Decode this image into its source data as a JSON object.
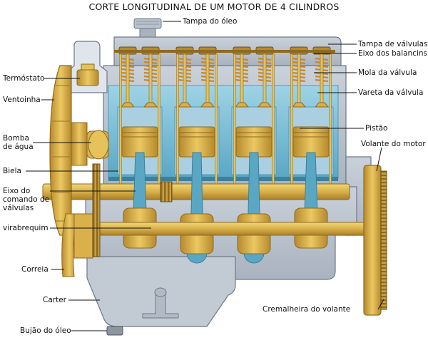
{
  "title": "CORTE LONGITUDINAL DE UM MOTOR DE 4 CILINDROS",
  "labels": {
    "tampa_oleo": "Tampa do óleo",
    "tampa_valvulas": "Tampa de válvulas",
    "eixo_balancins": "Eixo dos balancins",
    "mola_valvula": "Mola da válvula",
    "vareta_valvula": "Vareta da válvula",
    "pistao": "Pistão",
    "volante_motor": "Volante do motor",
    "cremalheira_volante": "Cremalheira do volante",
    "termostato": "Termóstato",
    "ventoinha": "Ventoinha",
    "bomba_agua_1": "Bomba",
    "bomba_agua_2": "de água",
    "biela": "Biela",
    "eixo_comando_1": "Eixo do",
    "eixo_comando_2": "comando de",
    "eixo_comando_3": "válvulas",
    "virabrequim": "virabrequim",
    "correia": "Correia",
    "carter": "Carter",
    "bujao_oleo": "Bujão do óleo"
  },
  "colors": {
    "block": "#b9c2cc",
    "block_edge": "#6f7a86",
    "water": "#7fc0d8",
    "water_dark": "#4f9ab8",
    "brass": "#d9b04a",
    "brass_dark": "#a8802a",
    "spring": "#c8872e",
    "shaft": "#e2c35a",
    "line": "#111111"
  }
}
